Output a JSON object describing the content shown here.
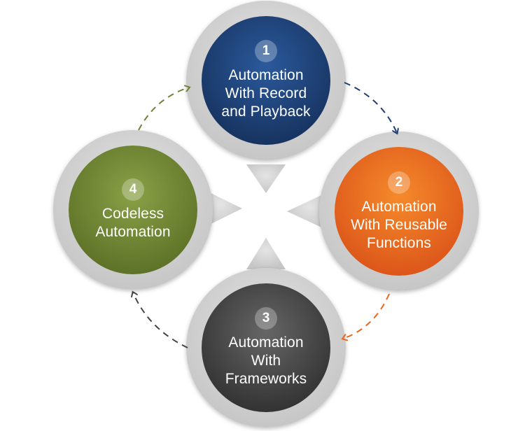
{
  "steps": [
    {
      "number": "1",
      "label": "Automation\nWith Record\nand Playback",
      "color": "#1f3f73"
    },
    {
      "number": "2",
      "label": "Automation\nWith Reusable\nFunctions",
      "color": "#e8661f"
    },
    {
      "number": "3",
      "label": "Automation\nWith\nFrameworks",
      "color": "#454545"
    },
    {
      "number": "4",
      "label": "Codeless\nAutomation",
      "color": "#6e8434"
    }
  ],
  "colors": {
    "ring": "#cfcfcf",
    "arrow_1_to_2": "#1f3f73",
    "arrow_2_to_3": "#e8661f",
    "arrow_3_to_4": "#454545",
    "arrow_4_to_1": "#6e8434"
  }
}
